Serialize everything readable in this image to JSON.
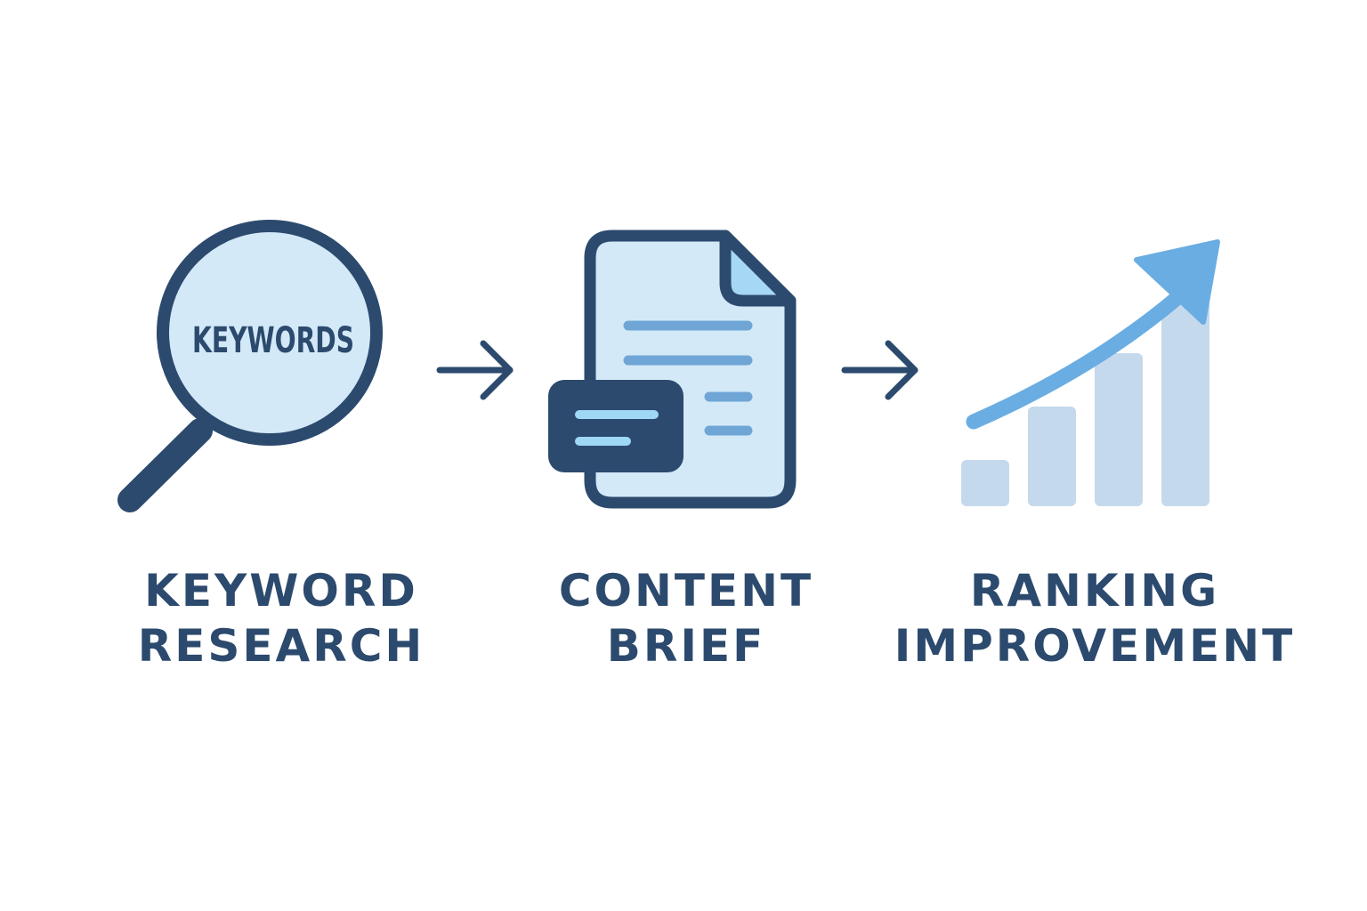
{
  "magnifier": {
    "lens_text": "KEYWORDS"
  },
  "steps": [
    {
      "line1": "KEYWORD",
      "line2": "RESEARCH"
    },
    {
      "line1": "CONTENT",
      "line2": "BRIEF"
    },
    {
      "line1": "RANKING",
      "line2": "IMPROVEMENT"
    }
  ],
  "growth_chart": {
    "bar_levels": [
      1,
      2,
      3,
      4
    ],
    "trend": "up"
  },
  "colors": {
    "navy": "#2c4a6e",
    "light_fill": "#d3e9f8",
    "mid_blue": "#6fa6d6",
    "bar_fill": "#c5d9ec",
    "arrow_blue": "#6aade2",
    "corner_fold": "#a6d8f5",
    "card_line": "#9fd8f5"
  }
}
